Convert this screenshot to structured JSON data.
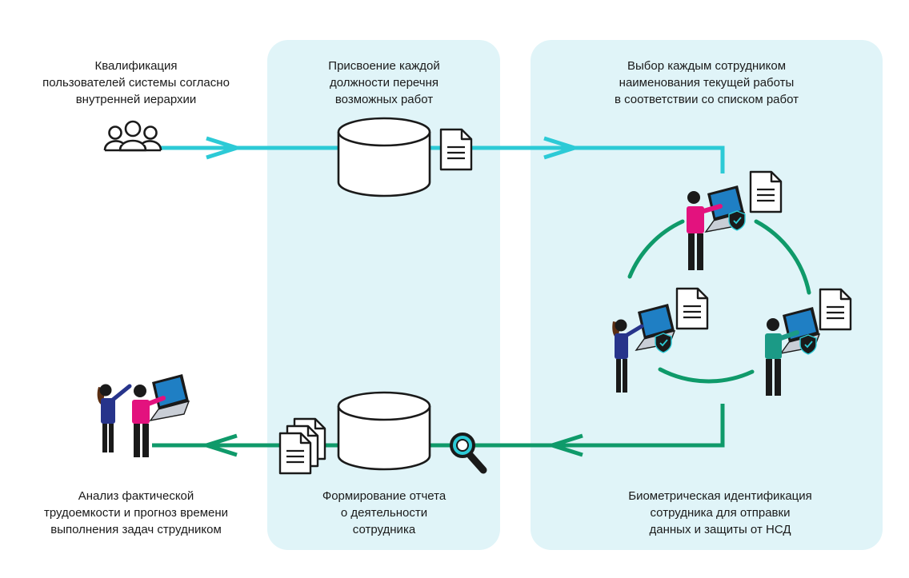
{
  "steps": {
    "qualification": {
      "lines": [
        "Квалификация",
        "пользователей системы согласно",
        "внутренней иерархии"
      ]
    },
    "assignment": {
      "lines": [
        "Присвоение каждой",
        "должности перечня",
        "возможных работ"
      ]
    },
    "selection": {
      "lines": [
        "Выбор каждым сотрудником",
        "наименования текущей работы",
        "в соответствии со списком работ"
      ]
    },
    "biometric": {
      "lines": [
        "Биометрическая идентификация",
        "сотрудника для отправки",
        "данных и защиты от НСД"
      ]
    },
    "report": {
      "lines": [
        "Формирование отчета",
        "о деятельности",
        "сотрудника"
      ]
    },
    "analysis": {
      "lines": [
        "Анализ фактической",
        "трудоемкости и прогноз времени",
        "выполнения задач струдником"
      ]
    }
  },
  "colors": {
    "panel": "#e0f4f8",
    "flow_top": "#2ccad6",
    "flow_bottom": "#0f9a6a",
    "ring": "#0f9a6a",
    "magenta": "#e3127e",
    "navy": "#27348b",
    "teal_shirt": "#1b9a86",
    "laptop_screen": "#1f7fc4",
    "magnifier": "#2ccad6"
  },
  "icons": [
    "users-icon",
    "database-icon",
    "document-icon",
    "documents-stack-icon",
    "magnifier-icon",
    "shield-check-icon",
    "laptop-icon",
    "person-icon"
  ]
}
